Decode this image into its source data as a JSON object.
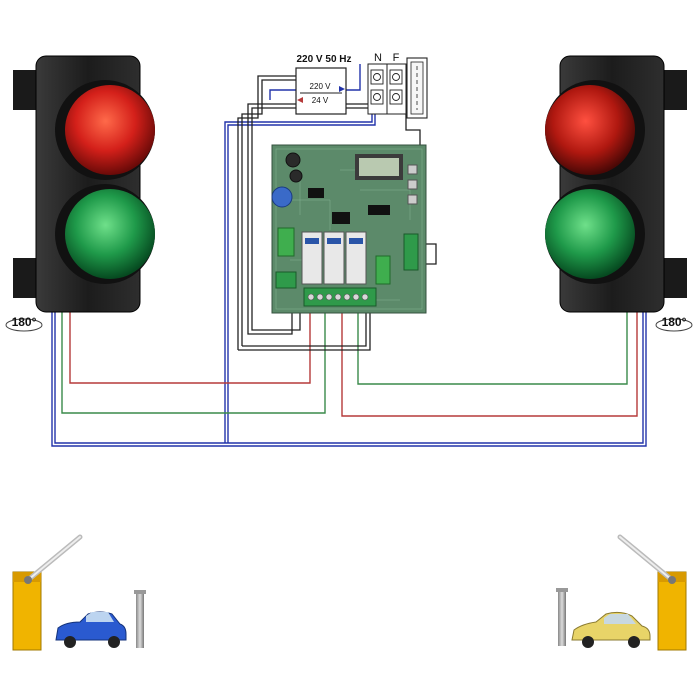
{
  "supply": {
    "label": "220 V 50 Hz"
  },
  "transformer": {
    "primary_label": "220 V",
    "secondary_label": "24 V"
  },
  "terminals": {
    "neutral_label": "N",
    "phase_label": "F"
  },
  "rotation": {
    "left_label": "180°",
    "right_label": "180°"
  },
  "colors": {
    "wire_blue": "#2233aa",
    "wire_red": "#b53a3a",
    "wire_green": "#3a8a4a",
    "wire_black": "#222222",
    "lamp_red": "#e0201a",
    "lamp_green": "#1f9a4a",
    "housing": "#1c1c1c",
    "pcb": "#5c8a6a",
    "barrier_yellow": "#f0b400",
    "car_blue": "#2a5ad0",
    "car_gold": "#e8d468"
  },
  "icons": {
    "traffic_light": "traffic-light-icon",
    "control_board": "circuit-board-icon",
    "barrier": "barrier-gate-icon",
    "car": "car-icon",
    "rotate": "rotate-arrow-icon"
  }
}
